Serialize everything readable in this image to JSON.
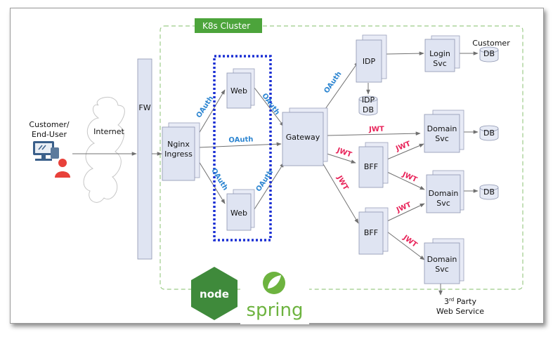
{
  "cluster_label": "K8s Cluster",
  "actor": {
    "line1": "Customer/",
    "line2": "End-User",
    "icon": "customer-user-icon"
  },
  "internet_label": "Internet",
  "fw_label": "FW",
  "nginx": {
    "line1": "Nginx",
    "line2": "Ingress"
  },
  "web_top": "Web",
  "web_bottom": "Web",
  "gateway": "Gateway",
  "idp": "IDP",
  "idp_db": {
    "line1": "IDP",
    "line2": "DB"
  },
  "login": {
    "line1": "Login",
    "line2": "Svc"
  },
  "customer_db": {
    "line1": "Customer",
    "line2": "DB"
  },
  "bff1": "BFF",
  "bff2": "BFF",
  "domain1": {
    "line1": "Domain",
    "line2": "Svc"
  },
  "domain2": {
    "line1": "Domain",
    "line2": "Svc"
  },
  "domain3": {
    "line1": "Domain",
    "line2": "Svc"
  },
  "db1": "DB",
  "db2": "DB",
  "third_party": {
    "prefix": "3",
    "sup": "rd",
    "suffix": " Party",
    "line2": "Web Service"
  },
  "oauth": "OAuth",
  "jwt": "JWT",
  "logos": {
    "node": "node",
    "spring": "spring"
  },
  "colors": {
    "cluster_badge": "#4ca43b",
    "cluster_border": "#9ccc88",
    "highlight": "#1a2fd4",
    "oauth": "#2e86d1",
    "jwt": "#e8245a",
    "box": "#dfe4f2",
    "node": "#3f8a3b",
    "spring": "#6db33f"
  }
}
